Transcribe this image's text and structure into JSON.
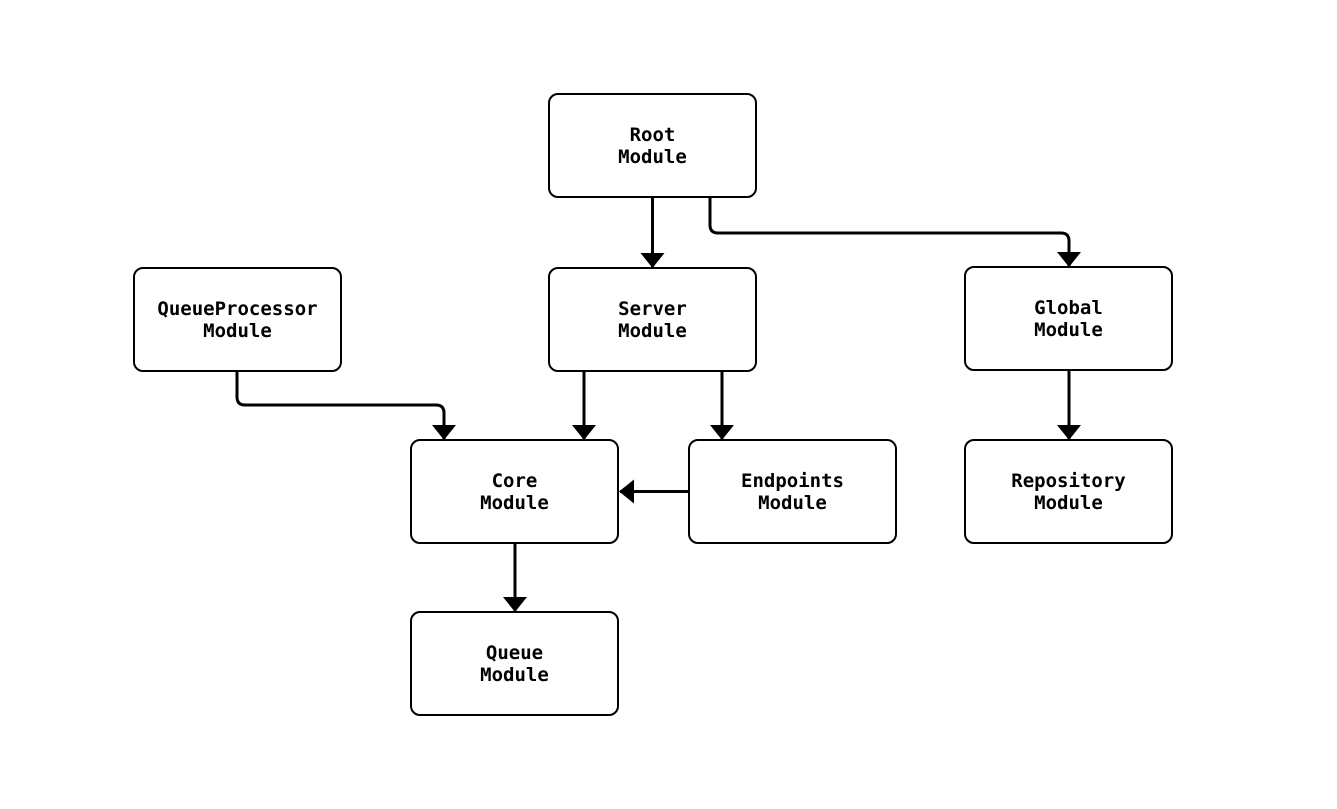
{
  "diagram": {
    "type": "module-dependency-graph",
    "colors": {
      "background": "#ffffff",
      "node_fill": "#ffffff",
      "stroke": "#000000",
      "text": "#000000"
    },
    "nodes": {
      "root": {
        "label": "Root\nModule"
      },
      "server": {
        "label": "Server\nModule"
      },
      "queueprocessor": {
        "label": "QueueProcessor\nModule"
      },
      "global": {
        "label": "Global\nModule"
      },
      "core": {
        "label": "Core\nModule"
      },
      "endpoints": {
        "label": "Endpoints\nModule"
      },
      "repository": {
        "label": "Repository\nModule"
      },
      "queue": {
        "label": "Queue\nModule"
      }
    },
    "edges": [
      {
        "from": "Root Module",
        "to": "Server Module"
      },
      {
        "from": "Root Module",
        "to": "Global Module"
      },
      {
        "from": "QueueProcessor Module",
        "to": "Core Module"
      },
      {
        "from": "Server Module",
        "to": "Core Module"
      },
      {
        "from": "Server Module",
        "to": "Endpoints Module"
      },
      {
        "from": "Endpoints Module",
        "to": "Core Module"
      },
      {
        "from": "Global Module",
        "to": "Repository Module"
      },
      {
        "from": "Core Module",
        "to": "Queue Module"
      }
    ]
  }
}
